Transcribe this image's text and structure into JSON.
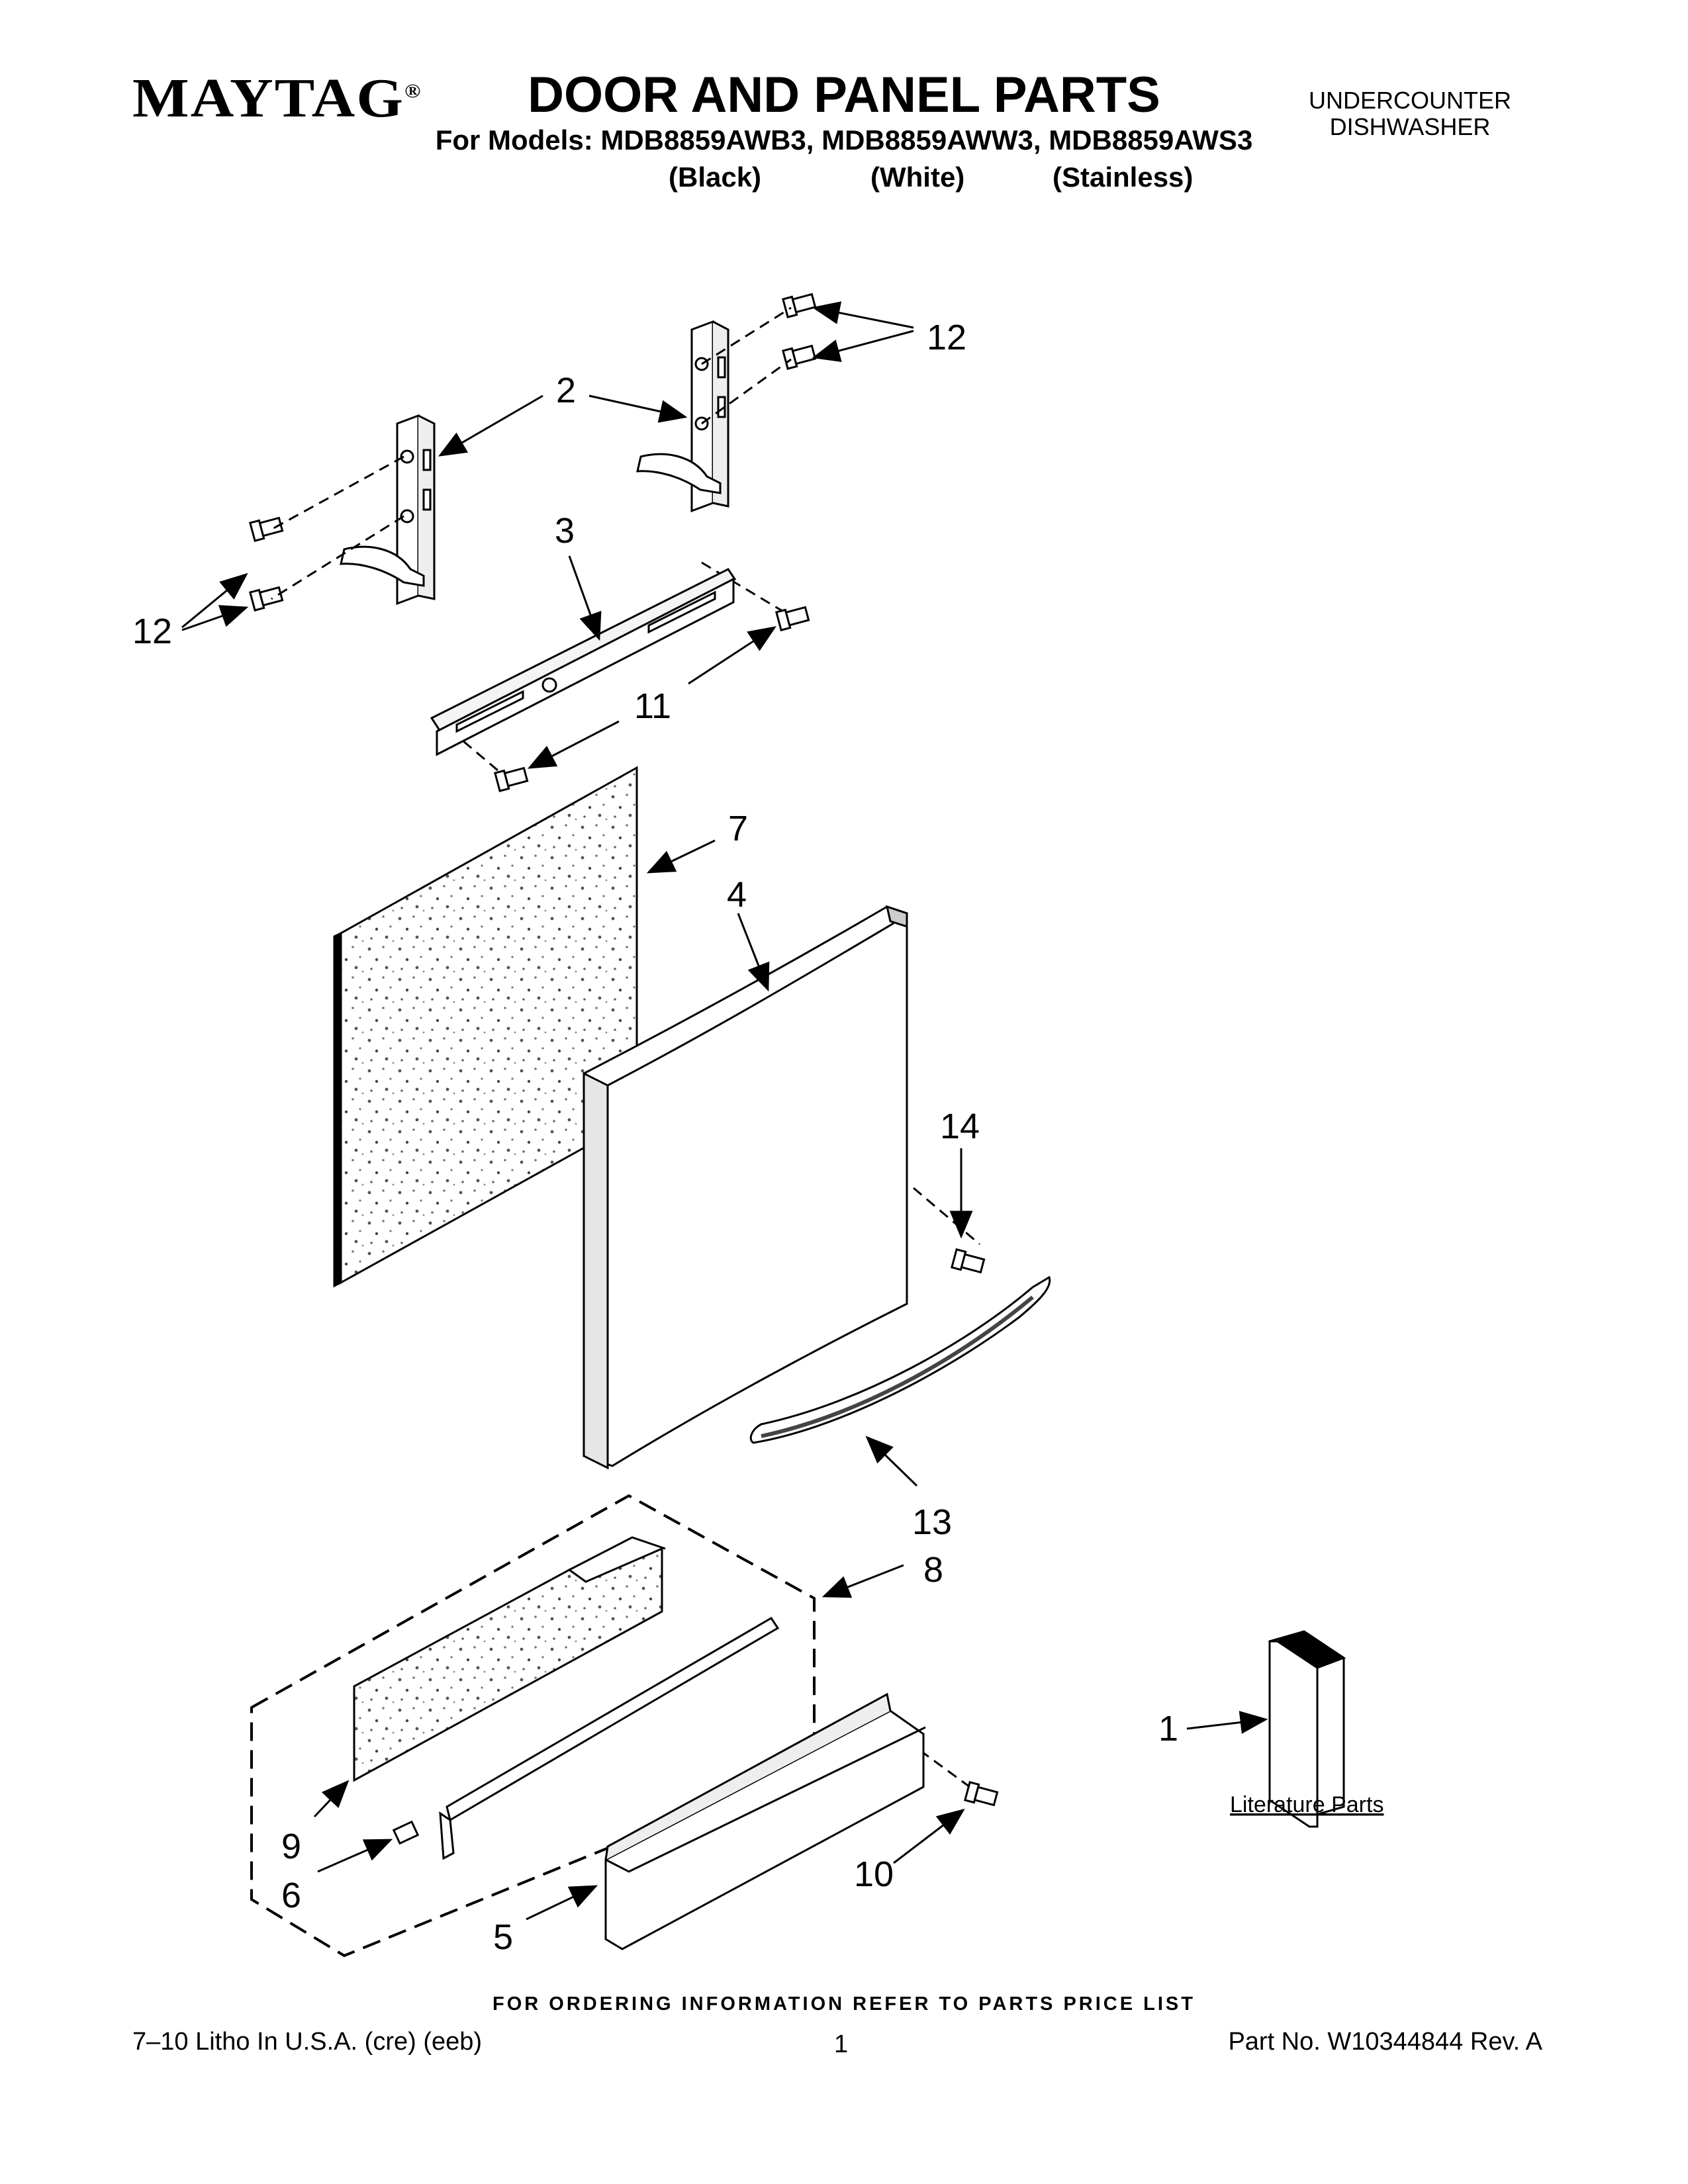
{
  "header": {
    "brand": "MAYTAG",
    "brand_mark": "®",
    "title": "DOOR AND PANEL PARTS",
    "models_line": "For Models: MDB8859AWB3, MDB8859AWW3, MDB8859AWS3",
    "variants": [
      "(Black)",
      "(White)",
      "(Stainless)"
    ],
    "category_line1": "UNDERCOUNTER",
    "category_line2": "DISHWASHER"
  },
  "diagram": {
    "callouts": {
      "c1": "1",
      "c2": "2",
      "c3": "3",
      "c4": "4",
      "c5": "5",
      "c6": "6",
      "c7": "7",
      "c8": "8",
      "c9": "9",
      "c10": "10",
      "c11": "11",
      "c12a": "12",
      "c12b": "12",
      "c13": "13",
      "c14": "14"
    },
    "literature_label": "Literature Parts"
  },
  "footer": {
    "ordering_note": "FOR ORDERING INFORMATION REFER TO PARTS PRICE LIST",
    "litho": "7–10 Litho In U.S.A. (cre) (eeb)",
    "page": "1",
    "part_no": "Part No. W10344844 Rev. A"
  }
}
